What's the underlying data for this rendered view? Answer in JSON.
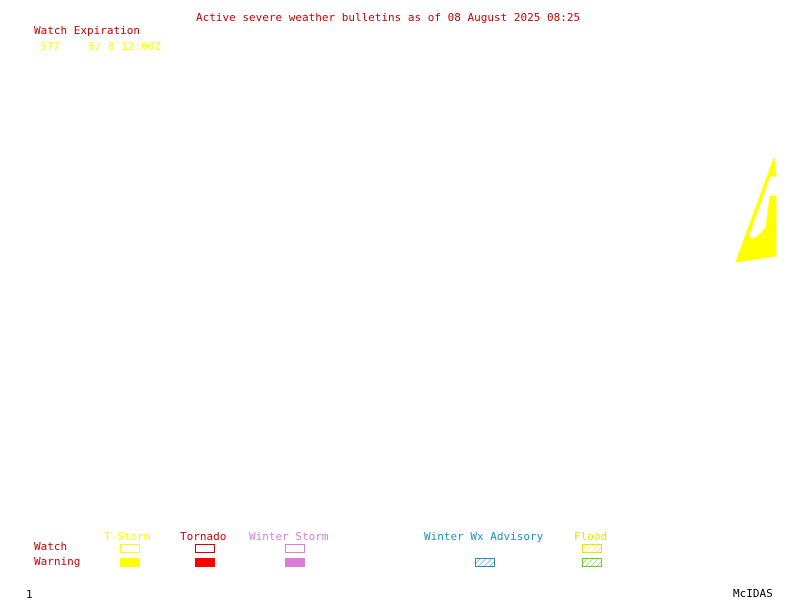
{
  "header": {
    "title": "Active severe weather bulletins as of 08 August 2025 08:25",
    "watch_expiration_label": "Watch Expiration"
  },
  "watches": [
    {
      "number": "577",
      "expiration": "8/ 8 12:00Z"
    }
  ],
  "legend": {
    "row_labels": {
      "watch": "Watch",
      "warning": "Warning"
    },
    "categories": [
      {
        "label": "T-Storm",
        "color": "#ffff00"
      },
      {
        "label": "Tornado",
        "color": "#ff0000"
      },
      {
        "label": "Winter Storm",
        "color": "#d87dd8"
      },
      {
        "label": "Winter Wx Advisory",
        "color": "#1e90c8"
      },
      {
        "label": "Flood",
        "color": "#66cc22"
      }
    ]
  },
  "colors": {
    "title": "#cc0000",
    "watch_text": "#ffff00",
    "tstorm": "#ffff00",
    "tornado": "#ff0000",
    "winter_storm": "#d87dd8",
    "winter_adv": "#1e90c8",
    "flood_label": "#e6e600",
    "flood_hatch": "#66cc22"
  },
  "footer": {
    "page_number": "1",
    "brand": "McIDAS"
  }
}
